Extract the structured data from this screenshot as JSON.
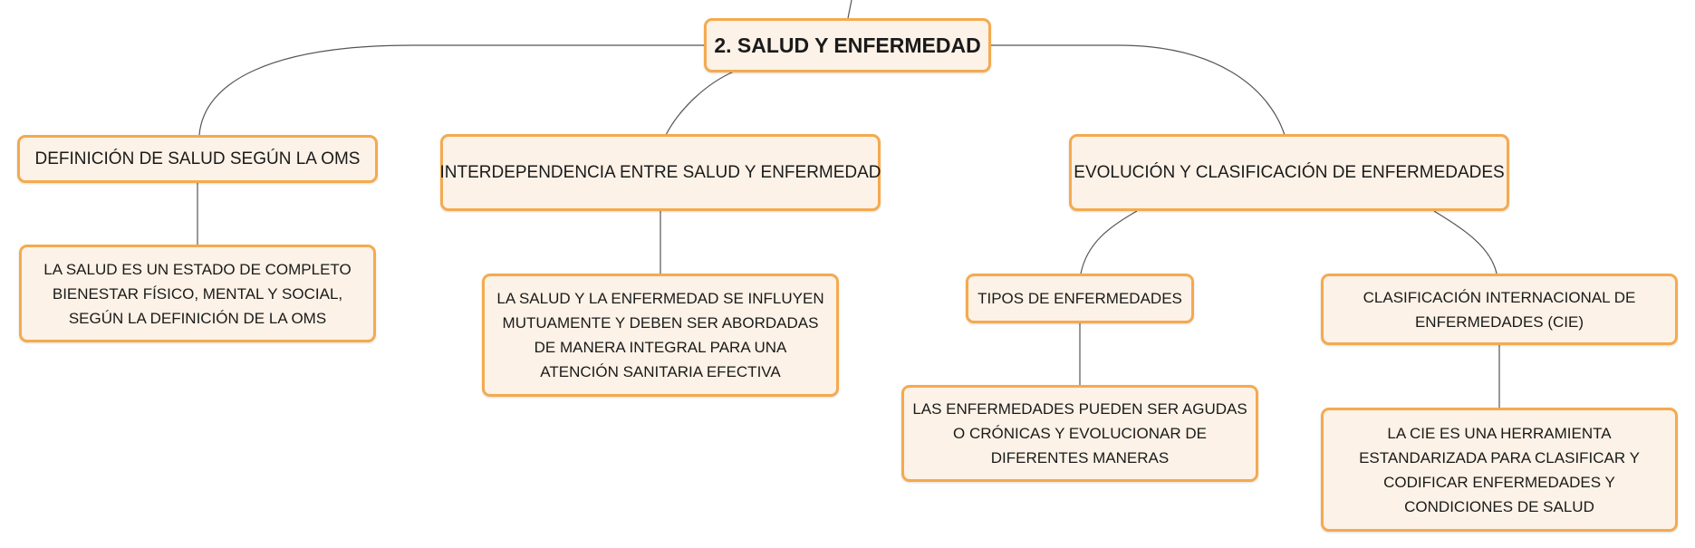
{
  "colors": {
    "node_fill": "#fdf2e7",
    "node_border": "#f4aa4f",
    "connector": "#555555"
  },
  "diagram": {
    "root": "2. SALUD Y ENFERMEDAD",
    "branches": [
      {
        "label": "DEFINICIÓN DE SALUD SEGÚN LA OMS",
        "child": "LA SALUD ES UN ESTADO DE COMPLETO BIENESTAR FÍSICO, MENTAL Y SOCIAL, SEGÚN LA DEFINICIÓN DE LA OMS"
      },
      {
        "label": "INTERDEPENDENCIA ENTRE SALUD Y ENFERMEDAD",
        "child": "LA SALUD Y LA ENFERMEDAD SE INFLUYEN MUTUAMENTE Y DEBEN SER ABORDADAS DE MANERA INTEGRAL PARA UNA ATENCIÓN SANITARIA EFECTIVA"
      },
      {
        "label": "EVOLUCIÓN Y CLASIFICACIÓN DE ENFERMEDADES",
        "subbranches": [
          {
            "label": "TIPOS DE ENFERMEDADES",
            "child": "LAS ENFERMEDADES PUEDEN SER AGUDAS O CRÓNICAS Y EVOLUCIONAR DE DIFERENTES MANERAS"
          },
          {
            "label": "CLASIFICACIÓN INTERNACIONAL DE ENFERMEDADES (CIE)",
            "child": "LA CIE ES UNA HERRAMIENTA ESTANDARIZADA PARA CLASIFICAR Y CODIFICAR ENFERMEDADES Y CONDICIONES DE SALUD"
          }
        ]
      }
    ]
  }
}
